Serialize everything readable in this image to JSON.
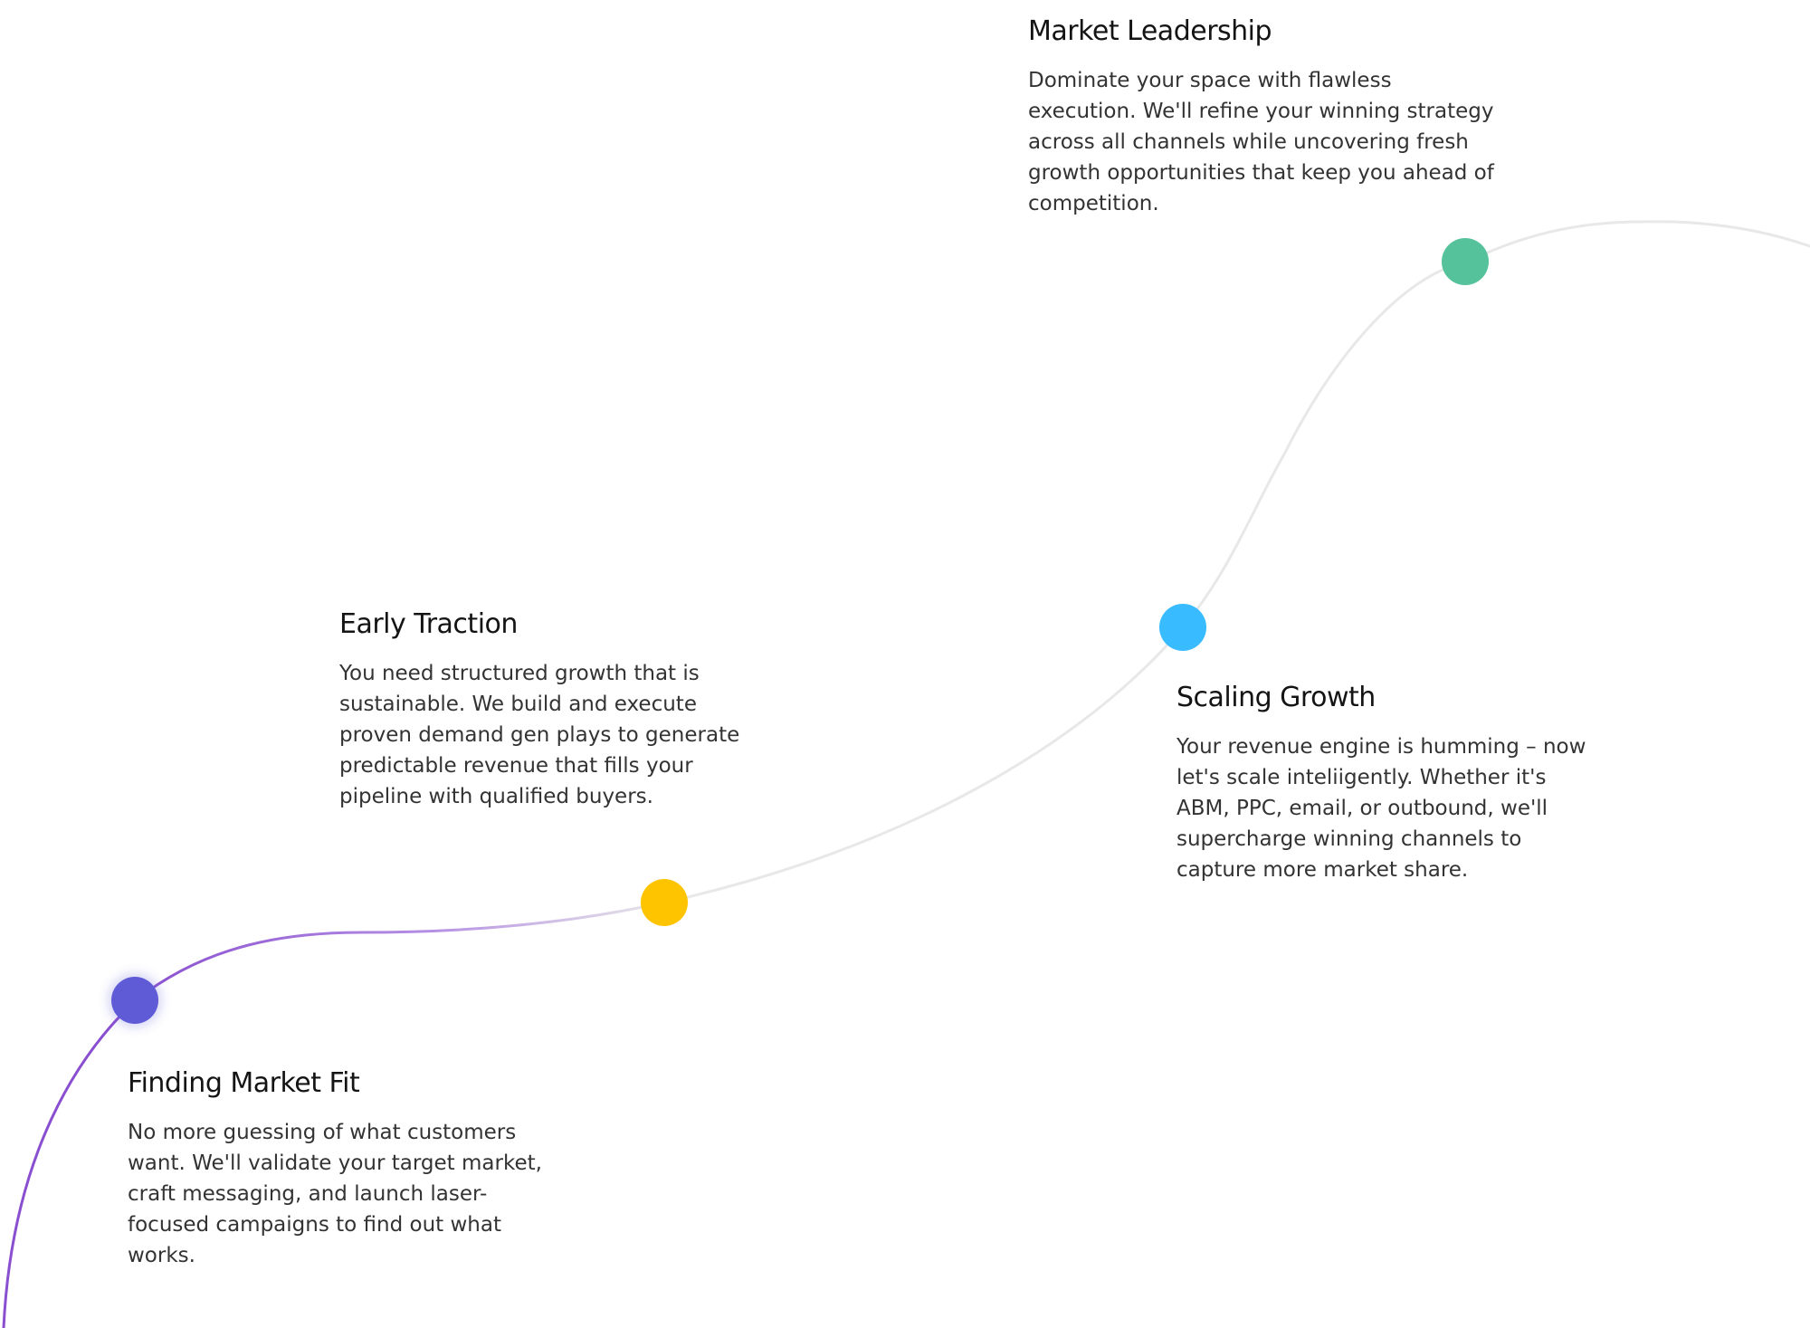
{
  "colors": {
    "path_gray": "#e8e8e8",
    "path_purple": "#8a4fd0",
    "dot_purple": "#5f5bd6",
    "dot_yellow": "#ffc400",
    "dot_blue": "#38bbff",
    "dot_green": "#55c29b"
  },
  "stages": {
    "finding_market_fit": {
      "title": "Finding Market Fit",
      "description": "No more guessing of what customers want. We'll validate your target market, craft messaging, and launch laser-focused campaigns to find out what works."
    },
    "early_traction": {
      "title": "Early Traction",
      "description": "You need structured growth that is sustainable. We build and execute proven demand gen plays to generate predictable revenue that fills your pipeline with qualified buyers."
    },
    "scaling_growth": {
      "title": "Scaling Growth",
      "description": "Your revenue engine is humming – now let's scale inteliigently. Whether it's ABM, PPC, email, or outbound, we'll supercharge winning channels to capture more market share."
    },
    "market_leadership": {
      "title": "Market Leadership",
      "description": "Dominate your space with flawless execution. We'll refine your winning strategy across all channels while uncovering fresh growth opportunities that keep you ahead of competition."
    }
  }
}
